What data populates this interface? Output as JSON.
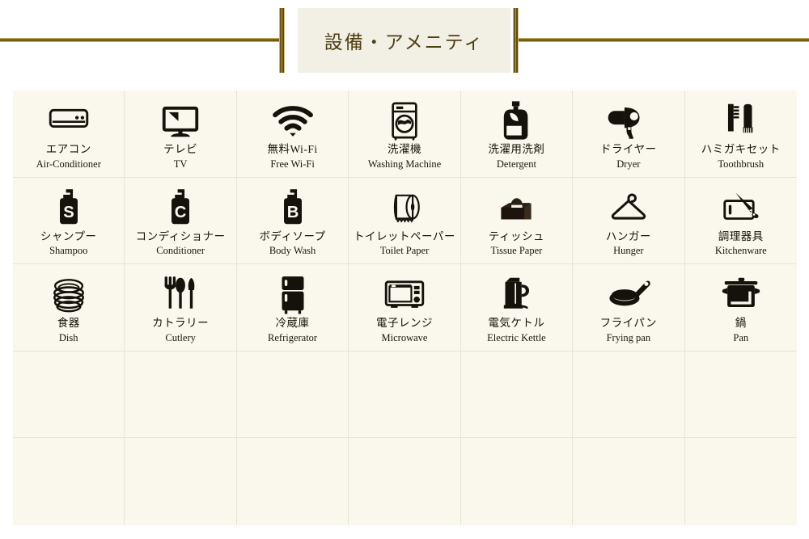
{
  "header": {
    "title": "設備・アメニティ",
    "box_color": "#f2efe5",
    "rule_color": "#6d5617"
  },
  "grid": {
    "columns": 7,
    "rows": 5,
    "background": "#faf7ec",
    "line_color": "#e9e3d2"
  },
  "amenities": [
    {
      "icon": "air-conditioner-icon",
      "ja": "エアコン",
      "en": "Air-Conditioner"
    },
    {
      "icon": "tv-icon",
      "ja": "テレビ",
      "en": "TV"
    },
    {
      "icon": "wifi-icon",
      "ja": "無料Wi-Fi",
      "en": "Free Wi-Fi"
    },
    {
      "icon": "washing-machine-icon",
      "ja": "洗濯機",
      "en": "Washing Machine"
    },
    {
      "icon": "detergent-icon",
      "ja": "洗濯用洗剤",
      "en": "Detergent"
    },
    {
      "icon": "hair-dryer-icon",
      "ja": "ドライヤー",
      "en": "Dryer"
    },
    {
      "icon": "toothbrush-icon",
      "ja": "ハミガキセット",
      "en": "Toothbrush"
    },
    {
      "icon": "shampoo-icon",
      "ja": "シャンプー",
      "en": "Shampoo"
    },
    {
      "icon": "conditioner-icon",
      "ja": "コンディショナー",
      "en": "Conditioner"
    },
    {
      "icon": "body-wash-icon",
      "ja": "ボディソープ",
      "en": "Body Wash"
    },
    {
      "icon": "toilet-paper-icon",
      "ja": "トイレットペーパー",
      "en": "Toilet Paper"
    },
    {
      "icon": "tissue-box-icon",
      "ja": "ティッシュ",
      "en": "Tissue Paper"
    },
    {
      "icon": "hanger-icon",
      "ja": "ハンガー",
      "en": "Hunger"
    },
    {
      "icon": "kitchenware-icon",
      "ja": "調理器具",
      "en": "Kitchenware"
    },
    {
      "icon": "dish-stack-icon",
      "ja": "食器",
      "en": "Dish"
    },
    {
      "icon": "cutlery-icon",
      "ja": "カトラリー",
      "en": "Cutlery"
    },
    {
      "icon": "refrigerator-icon",
      "ja": "冷蔵庫",
      "en": "Refrigerator"
    },
    {
      "icon": "microwave-icon",
      "ja": "電子レンジ",
      "en": "Microwave"
    },
    {
      "icon": "electric-kettle-icon",
      "ja": "電気ケトル",
      "en": "Electric Kettle"
    },
    {
      "icon": "frying-pan-icon",
      "ja": "フライパン",
      "en": "Frying pan"
    },
    {
      "icon": "pot-icon",
      "ja": "鍋",
      "en": "Pan"
    }
  ]
}
